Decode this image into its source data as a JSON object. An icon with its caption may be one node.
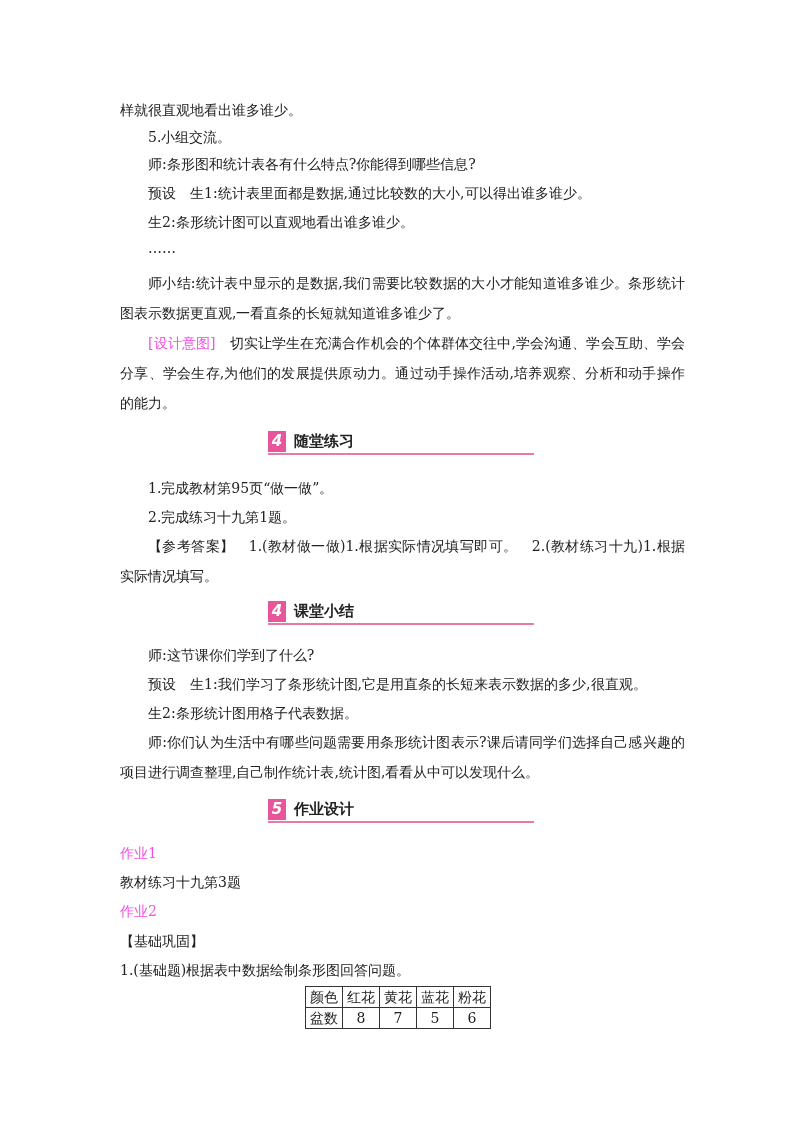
{
  "diagram": {
    "labels": [
      "样就很直观地看出谁多谁少。",
      "5.小组交流。",
      "师:条形图和统计表各有什么特点?你能得到哪些信息?",
      "预设　生1:统计表里面都是数据,通过比较数的大小,可以得出谁多谁少。",
      "生2:条形统计图可以直观地看出谁多谁少。",
      "……",
      "师小结:统计表中显示的是数据,我们需要比较数据的大小才能知道谁多谁少。条形统计图表示数据更直观,一看直条的长短就知道谁多谁少了。",
      "[设计意图]",
      "切实让学生在充满合作机会的个体群体交往中,学会沟通、学会互助、学会分享、学会生存,为他们的发展提供原动力。通过动手操作活动,培养观察、分析和动手操作的能力。",
      "4",
      "随堂练习",
      "1.完成教材第95页“做一做”。",
      "2.完成练习十九第1题。",
      "【参考答案】",
      "1.(教材做一做)1.根据实际情况填写即可。　2.(教材练习十九)1.根据实际情况填写。",
      "4",
      "课堂小结",
      "师:这节课你们学到了什么?",
      "预设　生1:我们学习了条形统计图,它是用直条的长短来表示数据的多少,很直观。",
      "生2:条形统计图用格子代表数据。",
      "师:你们认为生活中有哪些问题需要用条形统计图表示?课后请同学们选择自己感兴趣的项目进行调查整理,自己制作统计表,统计图,看看从中可以发现什么。",
      "5",
      "作业设计",
      "作业1",
      "教材练习十九第3题",
      "作业2",
      "【基础巩固】",
      "1.(基础题)根据表中数据绘制条形图回答问题。",
      "颜色",
      "红花",
      "黄花",
      "蓝花",
      "粉花",
      "盆数",
      "8",
      "7",
      "5",
      "6"
    ]
  }
}
